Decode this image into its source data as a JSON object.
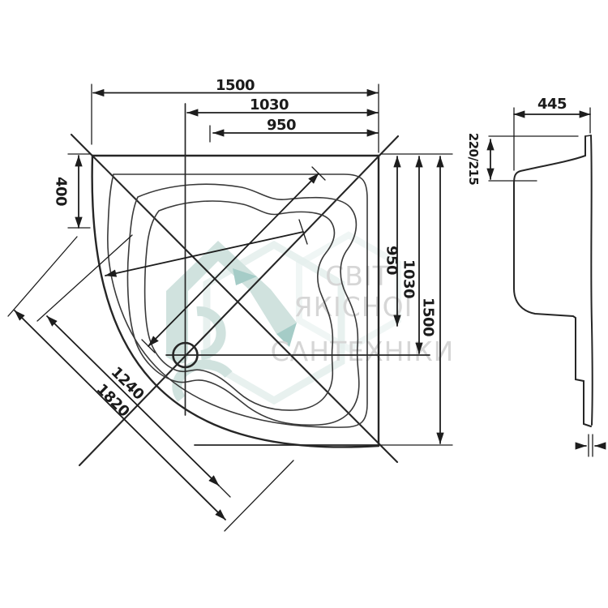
{
  "watermark": {
    "lines": [
      "СВІТ",
      "ЯКІСНОЇ",
      "САНТЕХНІКИ"
    ],
    "text_color": "#d6d6d6",
    "logo_color": "#c5dbd7",
    "logo_accent_color": "#8fc0ba"
  },
  "plan_view": {
    "dim_overall_width_top": "1500",
    "dim_center_from_right": "1030",
    "dim_inner_width_top": "950",
    "dim_corner_offset_left": "400",
    "dim_inner_height_right": "950",
    "dim_center_from_top_right": "1030",
    "dim_overall_height_right": "1500",
    "dim_diagonal_inner": "1240",
    "dim_diagonal_overall": "1820"
  },
  "side_view": {
    "dim_rim_width": "445",
    "dim_rim_drop": "220/215"
  },
  "line_color": "#262626"
}
